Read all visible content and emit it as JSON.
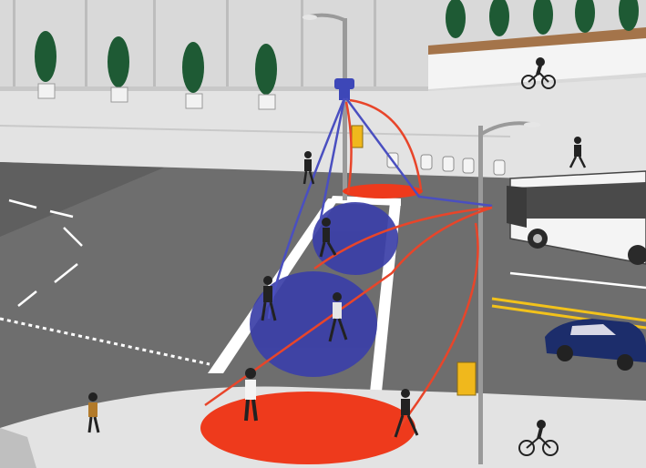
{
  "illustration": {
    "kind": "intersection-sensor-coverage-diagram",
    "colors": {
      "sky_wall": "#d9d9d9",
      "wall_shade": "#c8c8c8",
      "sidewalk": "#e3e3e3",
      "road": "#6e6e6e",
      "road_dark": "#5a5a5a",
      "lane_marking": "#ffffff",
      "center_line": "#f2c21b",
      "blue_zone": "#3b3fa8",
      "red_zone": "#ee3a1c",
      "beam_red": "#e8452a",
      "beam_blue": "#4a4fc0",
      "tree": "#1e5a34",
      "planter": "#f2f2f2",
      "bus_body": "#f4f4f4",
      "bus_windows": "#4a4a4a",
      "car_body": "#1c2d6b",
      "signal_yellow": "#f0b81c",
      "pole": "#9a9a9a",
      "figure": "#222222"
    },
    "elements": [
      "building-wall",
      "planter-trees",
      "sidewalk",
      "roadway",
      "crosswalk",
      "street-light-pole",
      "sensor-head",
      "traffic-signal",
      "detection-zones-blue",
      "detection-zones-red",
      "sensor-beams",
      "pedestrians",
      "cyclists",
      "bus",
      "car"
    ]
  }
}
